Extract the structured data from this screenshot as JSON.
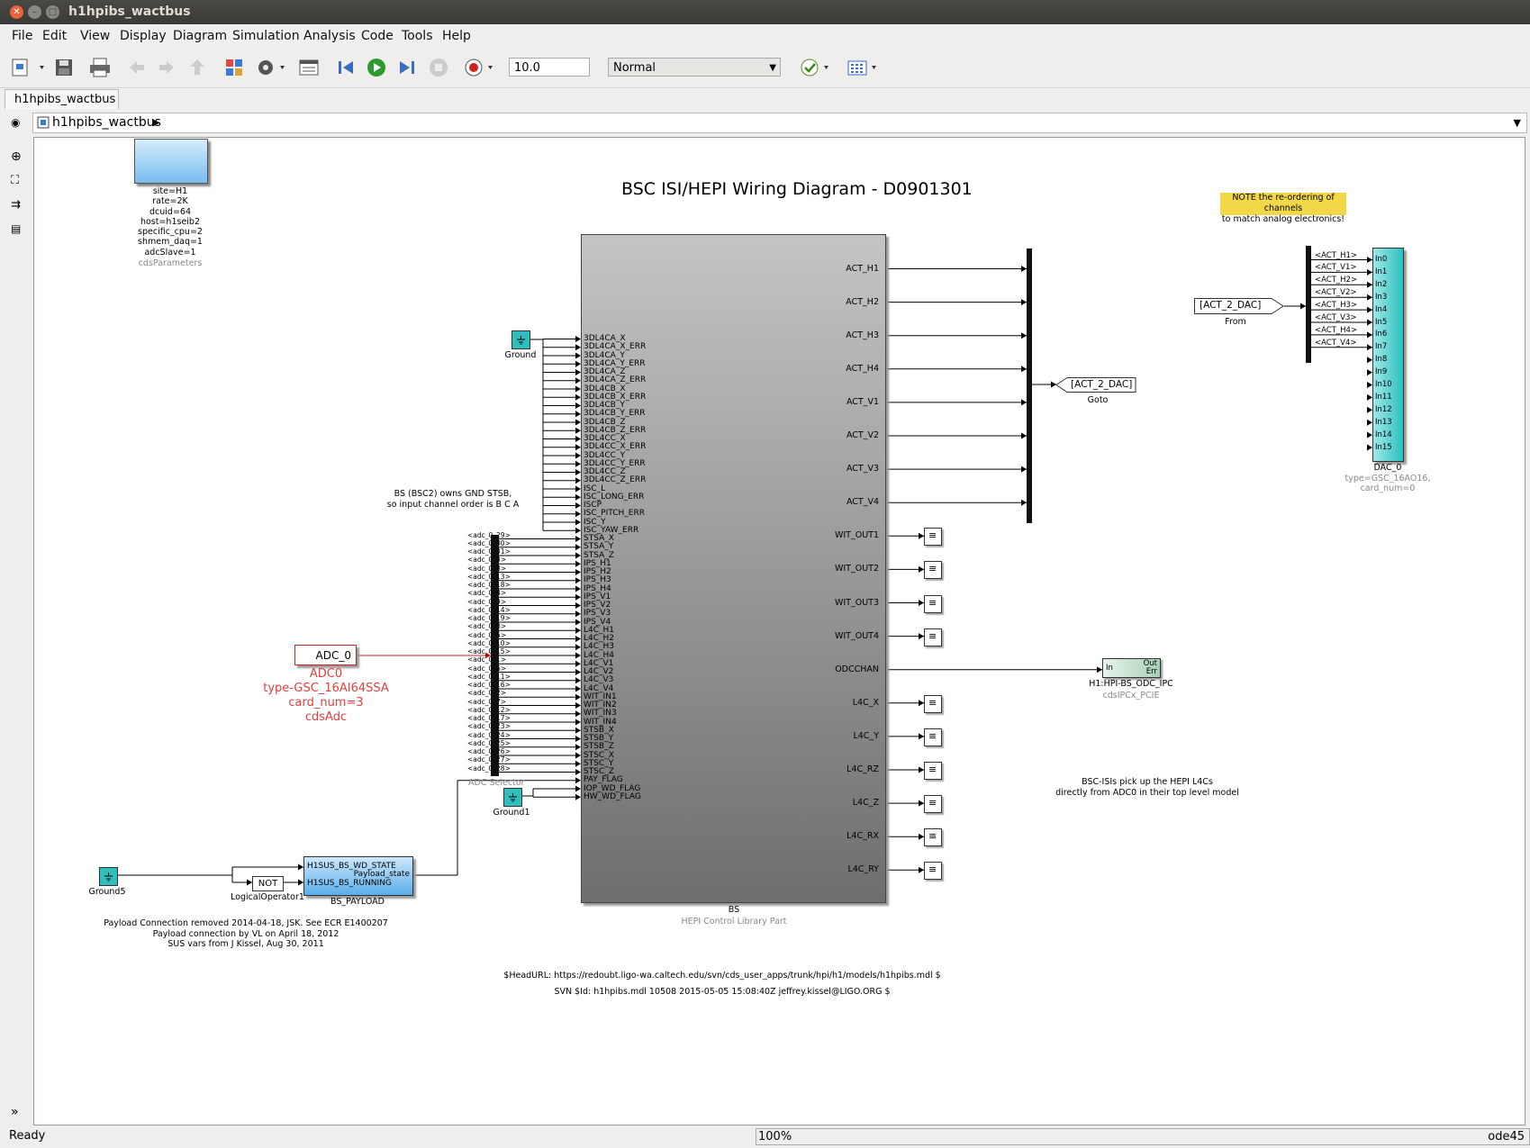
{
  "window": {
    "title": "h1hpibs_wactbus"
  },
  "menu": [
    "File",
    "Edit",
    "View",
    "Display",
    "Diagram",
    "Simulation",
    "Analysis",
    "Code",
    "Tools",
    "Help"
  ],
  "toolbar": {
    "stop_time": "10.0",
    "sim_mode": "Normal"
  },
  "tab": {
    "label": "h1hpibs_wactbus"
  },
  "breadcrumb": {
    "label": "h1hpibs_wactbus"
  },
  "status": {
    "left": "Ready",
    "zoom": "100%",
    "solver": "ode45"
  },
  "diagram": {
    "title": "BSC ISI/HEPI Wiring Diagram - D0901301",
    "cds_params": {
      "lines": [
        "site=H1",
        "rate=2K",
        "dcuid=64",
        "host=h1seib2",
        "specific_cpu=2",
        "shmem_daq=1",
        "adcSlave=1"
      ],
      "name": "cdsParameters"
    },
    "note": {
      "line1": "NOTE the re-ordering of channels",
      "line2": "to match analog electronics!"
    },
    "bs_note": {
      "line1": "BS (BSC2) owns GND STSB,",
      "line2": "so input channel order is B C A"
    },
    "adc": {
      "label": "ADC_0",
      "name": "ADC0",
      "type": "type-GSC_16AI64SSA",
      "card": "card_num=3",
      "lib": "cdsAdc"
    },
    "adc_selector": "ADC Selector",
    "ground": "Ground",
    "ground1": "Ground1",
    "ground5": "Ground5",
    "bs_inputs": [
      "3DL4CA_X",
      "3DL4CA_X_ERR",
      "3DL4CA_Y",
      "3DL4CA_Y_ERR",
      "3DL4CA_Z",
      "3DL4CA_Z_ERR",
      "3DL4CB_X",
      "3DL4CB_X_ERR",
      "3DL4CB_Y",
      "3DL4CB_Y_ERR",
      "3DL4CB_Z",
      "3DL4CB_Z_ERR",
      "3DL4CC_X",
      "3DL4CC_X_ERR",
      "3DL4CC_Y",
      "3DL4CC_Y_ERR",
      "3DL4CC_Z",
      "3DL4CC_Z_ERR",
      "ISC_L",
      "ISC_LONG_ERR",
      "ISCP",
      "ISC_PITCH_ERR",
      "ISC_Y",
      "ISC_YAW_ERR",
      "STSA_X",
      "STSA_Y",
      "STSA_Z",
      "IPS_H1",
      "IPS_H2",
      "IPS_H3",
      "IPS_H4",
      "IPS_V1",
      "IPS_V2",
      "IPS_V3",
      "IPS_V4",
      "L4C_H1",
      "L4C_H2",
      "L4C_H3",
      "L4C_H4",
      "L4C_V1",
      "L4C_V2",
      "L4C_V3",
      "L4C_V4",
      "WIT_IN1",
      "WIT_IN2",
      "WIT_IN3",
      "WIT_IN4",
      "STSB_X",
      "STSB_Y",
      "STSB_Z",
      "STSC_X",
      "STSC_Y",
      "STSC_Z",
      "PAY_FLAG",
      "IOP_WD_FLAG",
      "HW_WD_FLAG"
    ],
    "adc_channels": [
      "<adc_0_29>",
      "<adc_0_30>",
      "<adc_0_31>",
      "<adc_0_3>",
      "<adc_0_8>",
      "<adc_0_13>",
      "<adc_0_18>",
      "<adc_0_4>",
      "<adc_0_9>",
      "<adc_0_14>",
      "<adc_0_19>",
      "<adc_0_0>",
      "<adc_0_5>",
      "<adc_0_10>",
      "<adc_0_15>",
      "<adc_0_1>",
      "<adc_0_6>",
      "<adc_0_11>",
      "<adc_0_16>",
      "<adc_0_2>",
      "<adc_0_7>",
      "<adc_0_12>",
      "<adc_0_17>",
      "<adc_0_23>",
      "<adc_0_24>",
      "<adc_0_25>",
      "<adc_0_26>",
      "<adc_0_27>",
      "<adc_0_28>"
    ],
    "bs_outputs": [
      "ACT_H1",
      "ACT_H2",
      "ACT_H3",
      "ACT_H4",
      "ACT_V1",
      "ACT_V2",
      "ACT_V3",
      "ACT_V4",
      "WIT_OUT1",
      "WIT_OUT2",
      "WIT_OUT3",
      "WIT_OUT4",
      "ODCCHAN",
      "L4C_X",
      "L4C_Y",
      "L4C_RZ",
      "L4C_Z",
      "L4C_RX",
      "L4C_RY"
    ],
    "bs_name": "BS",
    "bs_lib": "HEPI Control Library Part",
    "goto": {
      "label": "[ACT_2_DAC]",
      "name": "Goto"
    },
    "from": {
      "label": "[ACT_2_DAC]",
      "name": "From"
    },
    "dac_bus": [
      "<ACT_H1>",
      "<ACT_V1>",
      "<ACT_H2>",
      "<ACT_V2>",
      "<ACT_H3>",
      "<ACT_V3>",
      "<ACT_H4>",
      "<ACT_V4>"
    ],
    "dac_ports": [
      "In0",
      "In1",
      "In2",
      "In3",
      "In4",
      "In5",
      "In6",
      "In7",
      "In8",
      "In9",
      "In10",
      "In11",
      "In12",
      "In13",
      "In14",
      "In15"
    ],
    "dac": {
      "name": "DAC_0",
      "type": "type=GSC_16AO16,",
      "card": "card_num=0"
    },
    "ipc": {
      "in": "In",
      "out": "Out",
      "err": "Err",
      "name": "H1:HPI-BS_ODC_IPC",
      "lib": "cdsIPCx_PCIE"
    },
    "bsc_note": {
      "line1": "BSC-ISIs pick up the HEPI L4Cs",
      "line2": "directly from ADC0 in their top level model"
    },
    "payload": {
      "in1": "H1SUS_BS_WD_STATE",
      "in2": "H1SUS_BS_RUNNING",
      "out": "Payload_state",
      "name": "BS_PAYLOAD"
    },
    "not_block": {
      "label": "NOT",
      "name": "LogicalOperator1"
    },
    "payload_note": {
      "line1": "Payload Connection removed 2014-04-18, JSK. See ECR E1400207",
      "line2": "Payload connection by VL on April 18, 2012",
      "line3": "SUS vars from J Kissel, Aug 30, 2011"
    },
    "svn": {
      "line1": "$HeadURL: https://redoubt.ligo-wa.caltech.edu/svn/cds_user_apps/trunk/hpi/h1/models/h1hpibs.mdl $",
      "line2": "SVN $Id: h1hpibs.mdl 10508 2015-05-05 15:08:40Z jeffrey.kissel@LIGO.ORG $"
    }
  }
}
